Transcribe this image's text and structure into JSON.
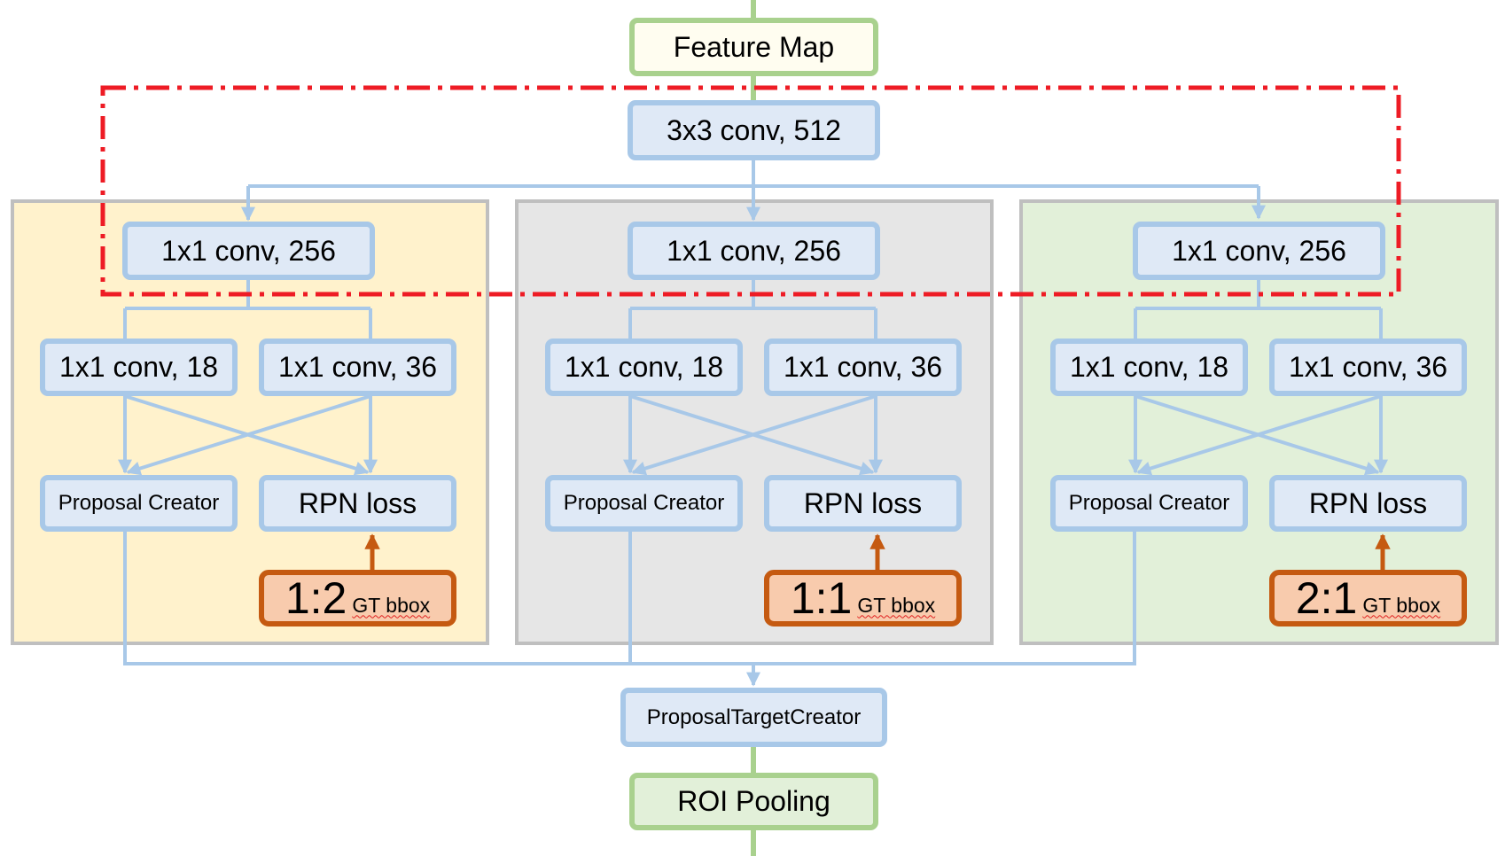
{
  "colors": {
    "connector": "#a8c8e8",
    "node_fill": "#dfe9f6",
    "node_border": "#a8c8e8",
    "green_border": "#a9d18e",
    "gt_fill": "#f8cbad",
    "gt_border": "#c55a11",
    "gt_arrow": "#c55a11",
    "dashed_box": "#ee1c25",
    "panel_left": "#fff2cc",
    "panel_middle": "#e6e6e6",
    "panel_right": "#e2f0d9",
    "panel_border": "#bfbfbf"
  },
  "nodes": {
    "feature_map": "Feature Map",
    "conv3x3": "3x3 conv, 512",
    "proposal_target_creator": "ProposalTargetCreator",
    "roi_pooling": "ROI Pooling"
  },
  "branches": [
    {
      "conv256": "1x1 conv, 256",
      "conv18": "1x1 conv, 18",
      "conv36": "1x1 conv, 36",
      "proposal_creator": "Proposal Creator",
      "rpn_loss": "RPN loss",
      "ratio": "1:2",
      "gt_label": "GT bbox"
    },
    {
      "conv256": "1x1 conv, 256",
      "conv18": "1x1 conv, 18",
      "conv36": "1x1 conv, 36",
      "proposal_creator": "Proposal Creator",
      "rpn_loss": "RPN loss",
      "ratio": "1:1",
      "gt_label": "GT bbox"
    },
    {
      "conv256": "1x1 conv, 256",
      "conv18": "1x1 conv, 18",
      "conv36": "1x1 conv, 36",
      "proposal_creator": "Proposal Creator",
      "rpn_loss": "RPN loss",
      "ratio": "2:1",
      "gt_label": "GT bbox"
    }
  ]
}
